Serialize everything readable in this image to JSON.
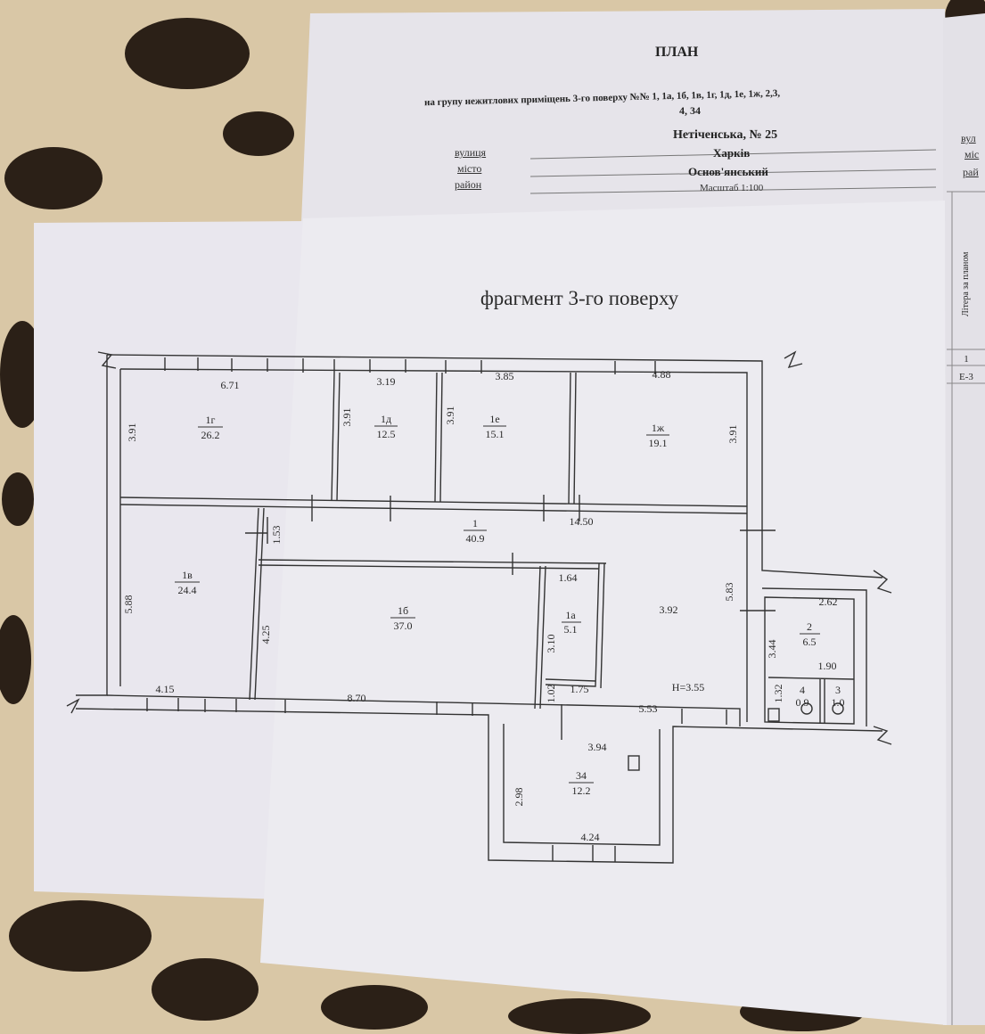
{
  "header": {
    "title": "ПЛАН",
    "subtitle_line1": "на групу нежитлових приміщень  3-го поверху №№ 1, 1а, 1б, 1в, 1г, 1д, 1е, 1ж, 2,3,",
    "subtitle_line2": "4, 34",
    "street_label": "вулиця",
    "street_value": "Нетіченська,  № 25",
    "city_label": "місто",
    "city_value": "Харків",
    "district_label": "район",
    "district_value": "Основ'янський",
    "scale": "Масштаб 1:100"
  },
  "side_sheet": {
    "labels": [
      "вул",
      "міс",
      "рай"
    ],
    "column_header": "Літера за планом",
    "row_number": "1",
    "row_value": "Е-3"
  },
  "plan": {
    "title": "фрагмент 3-го поверху",
    "height_note": "Н=3.55",
    "rooms": [
      {
        "id": "1г",
        "area": "26.2"
      },
      {
        "id": "1д",
        "area": "12.5"
      },
      {
        "id": "1е",
        "area": "15.1"
      },
      {
        "id": "1ж",
        "area": "19.1"
      },
      {
        "id": "1",
        "area": "40.9"
      },
      {
        "id": "1в",
        "area": "24.4"
      },
      {
        "id": "1б",
        "area": "37.0"
      },
      {
        "id": "1а",
        "area": "5.1"
      },
      {
        "id": "2",
        "area": "6.5"
      },
      {
        "id": "4",
        "area": "0.9"
      },
      {
        "id": "3",
        "area": "1.0"
      },
      {
        "id": "34",
        "area": "12.2"
      }
    ],
    "dims": {
      "d671": "6.71",
      "d319": "3.19",
      "d385": "3.85",
      "d488": "4.88",
      "d391a": "3.91",
      "d391b": "3.91",
      "d391c": "3.91",
      "d391d": "3.91",
      "d1450": "14.50",
      "d153": "1.53",
      "d588": "5.88",
      "d425": "4.25",
      "d164": "1.64",
      "d310": "3.10",
      "d392": "3.92",
      "d583": "5.83",
      "d102": "1.02",
      "d175": "1.75",
      "d415": "4.15",
      "d870": "8.70",
      "d553": "5.53",
      "d262": "2.62",
      "d344": "3.44",
      "d190": "1.90",
      "d132": "1.32",
      "d394": "3.94",
      "d298": "2.98",
      "d424": "4.24"
    }
  }
}
